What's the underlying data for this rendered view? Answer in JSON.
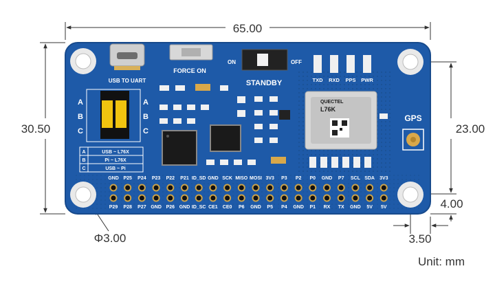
{
  "dimensions": {
    "width": "65.00",
    "height": "30.50",
    "hole_span": "23.00",
    "edge_offset_y": "4.00",
    "edge_offset_x": "3.50",
    "hole_diameter": "Φ3.00",
    "unit": "Unit: mm"
  },
  "board": {
    "color": "#1e5aa8",
    "usb_label": "USB TO UART",
    "force_on_label": "FORCE ON",
    "switch_on": "ON",
    "switch_off": "OFF",
    "standby_label": "STANDBY",
    "leds": [
      "TXD",
      "RXD",
      "PPS",
      "PWR"
    ],
    "module_brand": "QUECTEL",
    "module_name": "L76K",
    "gps_label": "GPS",
    "jumper_letters_left": [
      "A",
      "B",
      "C"
    ],
    "jumper_letters_right": [
      "A",
      "B",
      "C"
    ],
    "legend": [
      {
        "key": "A",
        "text": "USB ~ L76X"
      },
      {
        "key": "B",
        "text": "Pi ~ L76X"
      },
      {
        "key": "C",
        "text": "USB ~ Pi"
      }
    ],
    "pins_top": [
      "GND",
      "P25",
      "P24",
      "P23",
      "P22",
      "P21",
      "ID_SD",
      "GND",
      "SCK",
      "MISO",
      "MOSI",
      "3V3",
      "P3",
      "P2",
      "P0",
      "GND",
      "P7",
      "SCL",
      "SDA",
      "3V3"
    ],
    "pins_bottom": [
      "P29",
      "P28",
      "P27",
      "GND",
      "P26",
      "GND",
      "ID_SC",
      "CE1",
      "CE0",
      "P6",
      "GND",
      "P5",
      "P4",
      "GND",
      "P1",
      "RX",
      "TX",
      "GND",
      "5V",
      "5V"
    ]
  }
}
